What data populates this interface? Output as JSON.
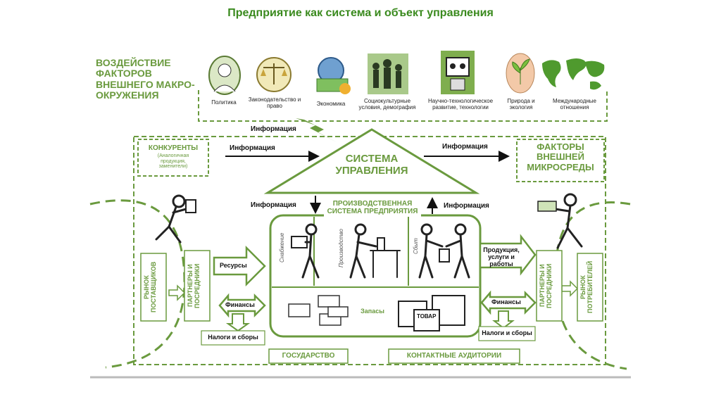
{
  "title": "Предприятие как система и объект управления",
  "macro_heading": "ВОЗДЕЙСТВИЕ ФАКТОРОВ ВНЕШНЕГО МАКРО-ОКРУЖЕНИЯ",
  "macro_factors": [
    {
      "label": "Политика",
      "icon": "portrait-icon"
    },
    {
      "label": "Законодательство и право",
      "icon": "scales-icon"
    },
    {
      "label": "Экономика",
      "icon": "globe-money-icon"
    },
    {
      "label": "Социокультурные условия, демография",
      "icon": "people-icon"
    },
    {
      "label": "Научно-технологическое развитие, технологии",
      "icon": "robot-icon"
    },
    {
      "label": "Природа и экология",
      "icon": "plant-icon"
    },
    {
      "label": "Международные отношения",
      "icon": "world-map-icon"
    }
  ],
  "info_label": "Информация",
  "competitors": {
    "title": "КОНКУРЕНТЫ",
    "subtitle": "(Аналогичная продукция, заменители)"
  },
  "management_system": "СИСТЕМА УПРАВЛЕНИЯ",
  "production_system": "ПРОИЗВОДСТВЕННАЯ СИСТЕМА ПРЕДПРИЯТИЯ",
  "micro_factors": "ФАКТОРЫ ВНЕШНЕЙ МИКРОСРЕДЫ",
  "departments": [
    "Снабжение",
    "Производство",
    "Сбыт"
  ],
  "stock_label": "Запасы",
  "goods_label": "ТОВАР",
  "resources": "Ресурсы",
  "finance": "Финансы",
  "taxes": "Налоги и сборы",
  "products": "Продукция, услуги и работы",
  "partners": "ПАРТНЕРЫ И ПОСРЕДНИКИ",
  "supplier_market": "РЫНОК ПОСТАВЩИКОВ",
  "consumer_market": "РЫНОК ПОТРЕБИТЕЛЕЙ",
  "state": "ГОСУДАРСТВО",
  "audiences": "КОНТАКТНЫЕ АУДИТОРИИ",
  "colors": {
    "green": "#6a9a3e",
    "title_green": "#3a8a1e",
    "dark": "#222222"
  }
}
